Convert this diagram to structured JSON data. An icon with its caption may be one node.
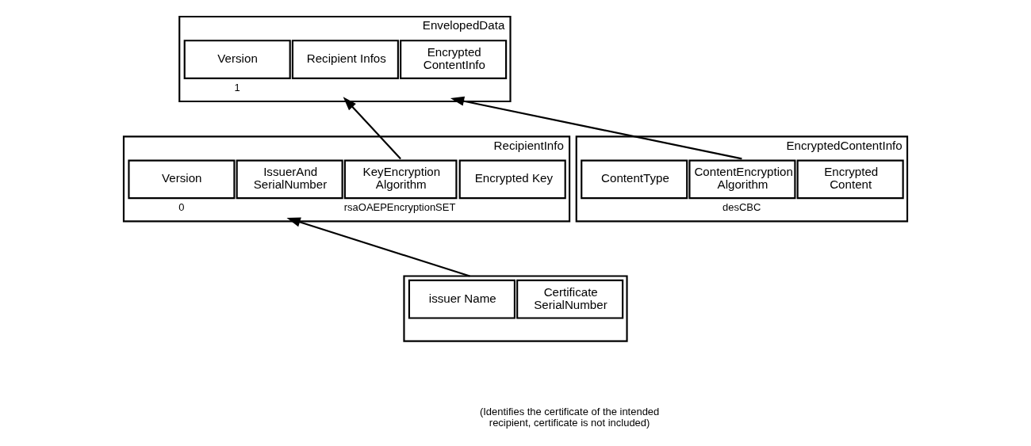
{
  "diagram": {
    "nodes": [
      {
        "text": [
          "EnvelopedData"
        ]
      },
      {
        "text": [
          "Version"
        ],
        "in": 0,
        "beside": [
          "1"
        ]
      },
      {
        "text": [
          "Recipient Infos"
        ],
        "in": 0
      },
      {
        "text": [
          "Encrypted ContentInfo"
        ],
        "in": 0
      },
      {
        "text": [
          "RecipientInfo"
        ]
      },
      {
        "text": [
          "Version"
        ],
        "in": 4,
        "beside": [
          "0"
        ]
      },
      {
        "text": [
          "IssuerAnd SerialNumber"
        ],
        "in": 4
      },
      {
        "text": [
          "KeyEncryption Algorithm"
        ],
        "in": 4,
        "beside": [
          "rsaOAEPEncryptionSET"
        ]
      },
      {
        "text": [
          "Encrypted Key"
        ],
        "in": 4
      },
      {
        "text": [],
        "shape": "box"
      },
      {
        "text": [
          "issuer Name"
        ],
        "in": 9
      },
      {
        "text": [
          "Certificate SerialNumber"
        ],
        "in": 9
      },
      {
        "text": [
          "EncryptedContentInfo"
        ]
      },
      {
        "text": [
          "ContentType"
        ],
        "in": 12
      },
      {
        "text": [
          "ContentEncryption Algorithm"
        ],
        "in": 12,
        "beside": [
          "desCBC"
        ]
      },
      {
        "text": [
          "Encrypted Content"
        ],
        "in": 12
      }
    ],
    "edges": [
      {
        "from": 9,
        "to": 6,
        "arrow": "to"
      },
      {
        "from": 7,
        "to": 2,
        "arrow": "to"
      },
      {
        "from": 14,
        "to": 3,
        "arrow": "to"
      }
    ],
    "labels": [
      "(Identifies the certificate of the intended recipient, certificate is not included)"
    ]
  }
}
